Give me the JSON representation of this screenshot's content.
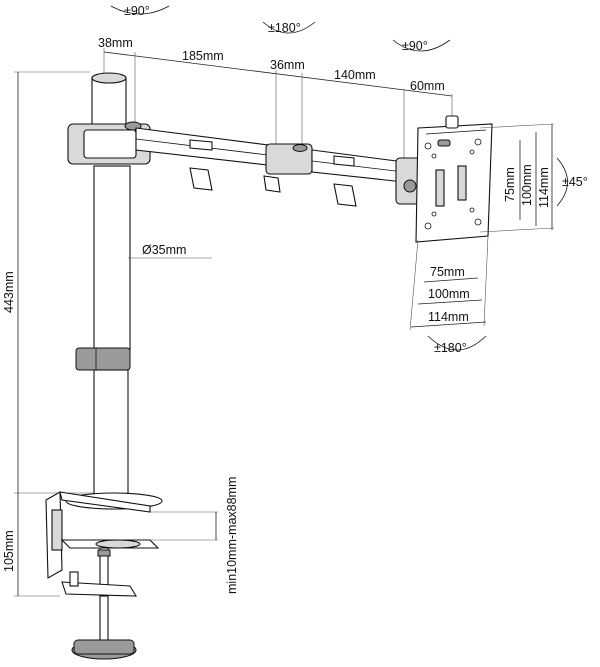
{
  "rotations": {
    "top_left": "±90°",
    "top_center": "±180°",
    "top_right": "±90°",
    "tilt": "±45°",
    "bottom": "±180°"
  },
  "arm_lengths": {
    "a": "38mm",
    "b": "185mm",
    "c": "36mm",
    "d": "140mm",
    "e": "60mm"
  },
  "pole": {
    "height": "443mm",
    "diameter": "Ø35mm"
  },
  "vesa_vertical": [
    "75mm",
    "100mm",
    "114mm"
  ],
  "vesa_horizontal": [
    "75mm",
    "100mm",
    "114mm"
  ],
  "clamp": {
    "height": "105mm",
    "desk_thickness": "min10mm-max88mm"
  }
}
